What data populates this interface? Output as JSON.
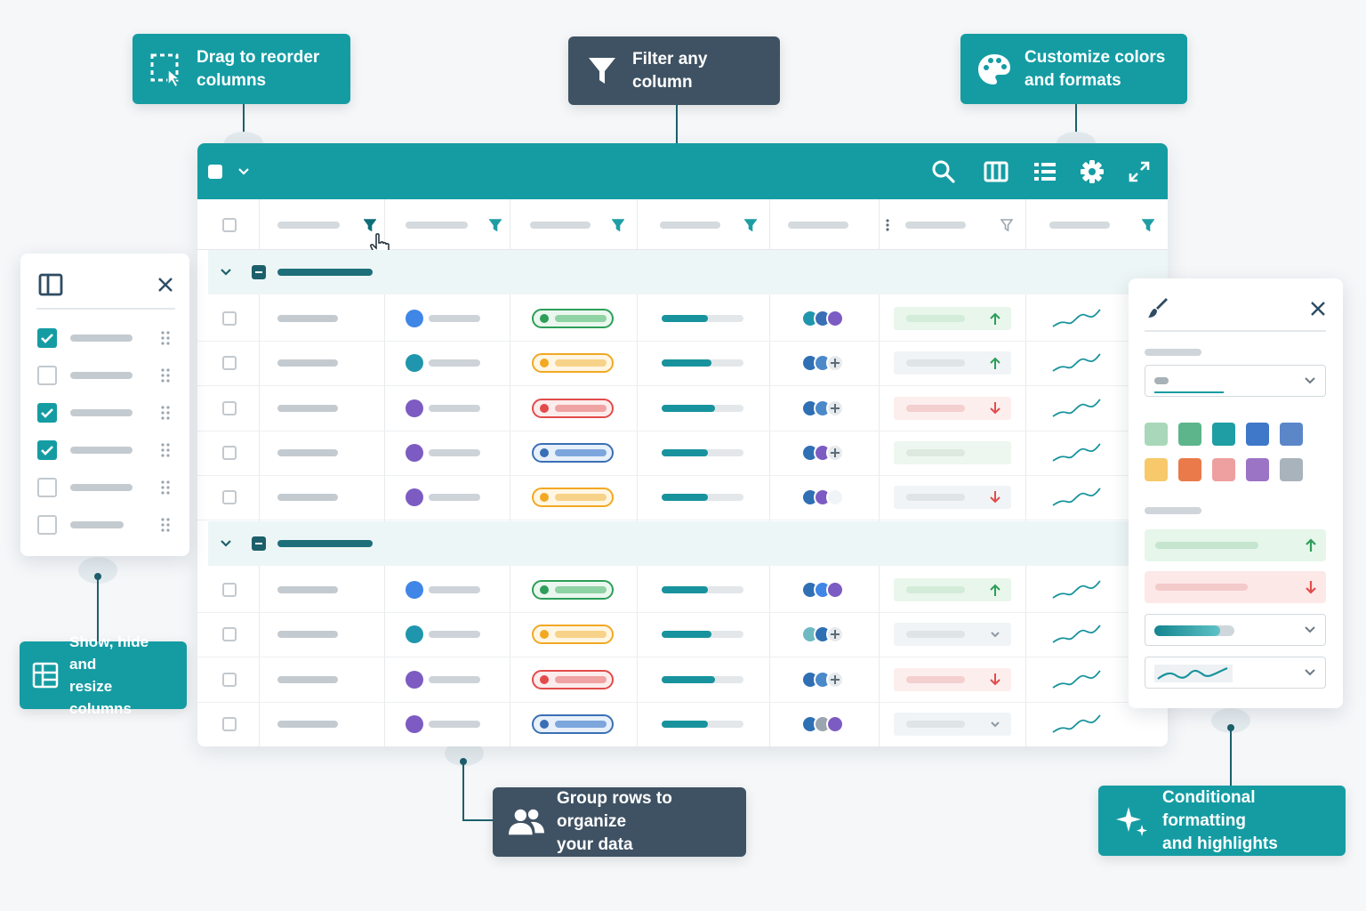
{
  "callouts": {
    "drag": {
      "line1": "Drag to reorder",
      "line2": "columns",
      "icon": "drag-select-icon"
    },
    "filter": {
      "label": "Filter any column",
      "icon": "funnel-icon"
    },
    "colors": {
      "line1": "Customize colors",
      "line2": "and formats",
      "icon": "palette-icon"
    },
    "columns": {
      "line1": "Show, hide and",
      "line2": "resize columns",
      "icon": "table-columns-icon"
    },
    "group": {
      "line1": "Group rows to organize",
      "line2": "your data",
      "icon": "people-icon"
    },
    "conditional": {
      "line1": "Conditional formatting",
      "line2": "and highlights",
      "icon": "sparkle-icon"
    }
  },
  "toolbar_icons": [
    "search-icon",
    "columns-icon",
    "list-icon",
    "gear-icon",
    "expand-icon"
  ],
  "colors": {
    "teal": "#159ca3",
    "dark": "#3f5263",
    "avatar_blue": "#3f86e6",
    "avatar_teal": "#1f96ad",
    "avatar_purple": "#7c5cc2",
    "green": "#2d9e59",
    "amber": "#f2a823",
    "red": "#e24b4b",
    "blue": "#3a6fb5"
  },
  "column_panel": {
    "checked": [
      true,
      false,
      true,
      true,
      false,
      false
    ]
  },
  "swatches": [
    "#a8d8b9",
    "#5db58b",
    "#1f9ea4",
    "#3f78c8",
    "#5b87c9",
    "#f7c96b",
    "#ea7a4a",
    "#ee9fa0",
    "#9b74c6",
    "#a9b3bb"
  ]
}
